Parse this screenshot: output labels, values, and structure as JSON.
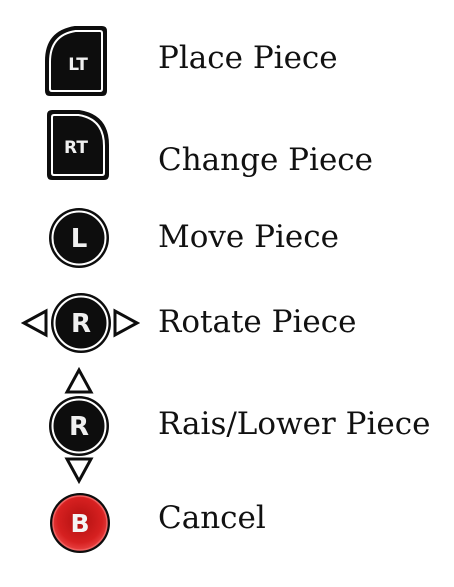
{
  "controls": [
    {
      "button": "LT",
      "action": "Place Piece"
    },
    {
      "button": "RT",
      "action": "Change Piece"
    },
    {
      "button": "L",
      "action": "Move Piece"
    },
    {
      "button": "R",
      "action": "Rotate Piece"
    },
    {
      "button": "R",
      "action": "Rais/Lower Piece"
    },
    {
      "button": "B",
      "action": "Cancel"
    }
  ],
  "colors": {
    "button_fill": "#0d0d0d",
    "button_ring": "#ffffff",
    "glyph": "#f0f0f0",
    "b_button_fill": "#c81a1a",
    "label_text": "#111111"
  }
}
